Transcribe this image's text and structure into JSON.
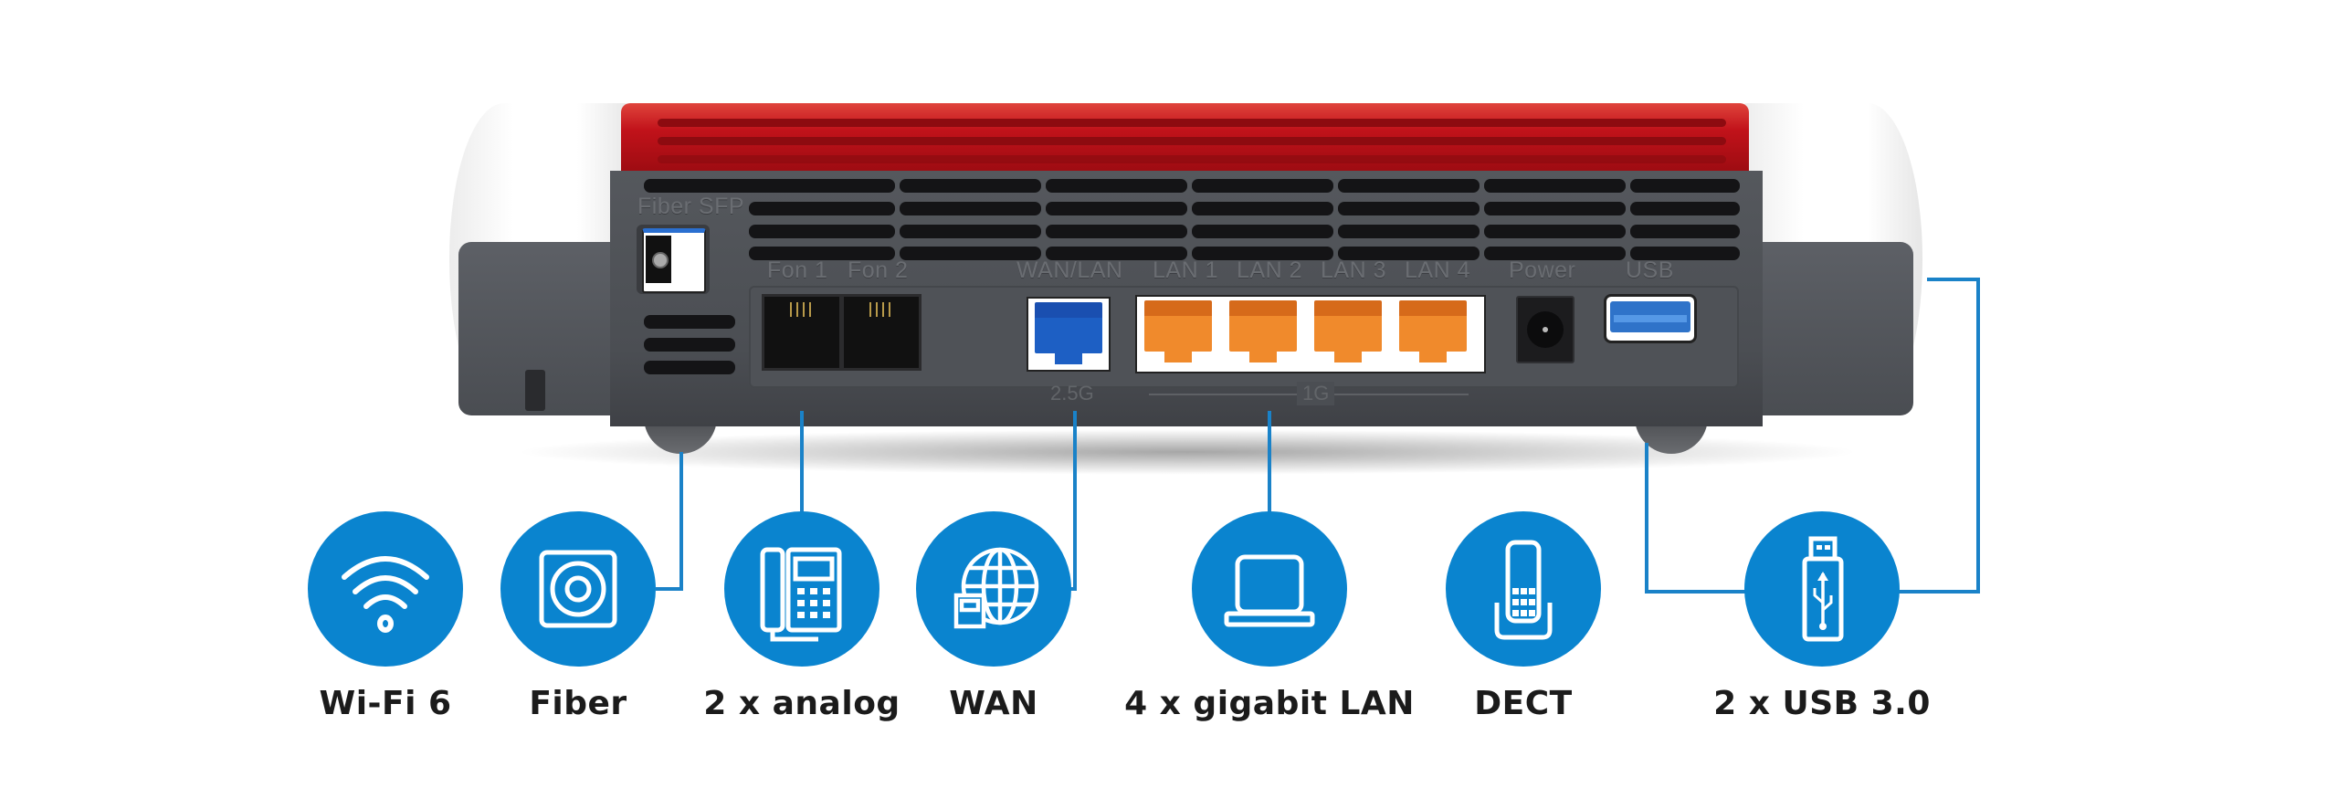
{
  "product": {
    "colors": {
      "accent_blue": "#0a84cf",
      "connector_line": "#1a82c8",
      "router_red": "#c1121a",
      "router_body": "#4f5257",
      "lan_port_orange": "#f08a2c",
      "wan_port_blue": "#1d5fc4",
      "usb_port_blue": "#2f73c9"
    },
    "port_labels": {
      "fiber_sfp": "Fiber SFP",
      "fon1": "Fon 1",
      "fon2": "Fon 2",
      "wan_lan": "WAN/LAN",
      "lan1": "LAN 1",
      "lan2": "LAN 2",
      "lan3": "LAN 3",
      "lan4": "LAN 4",
      "power": "Power",
      "usb": "USB",
      "speed_wan": "2.5G",
      "speed_lan": "1G"
    }
  },
  "features": [
    {
      "id": "wifi",
      "icon": "wifi-icon",
      "label": "Wi-Fi 6"
    },
    {
      "id": "fiber",
      "icon": "fiber-port-icon",
      "label": "Fiber"
    },
    {
      "id": "analog",
      "icon": "desk-phone-icon",
      "label": "2 x analog"
    },
    {
      "id": "wan",
      "icon": "globe-network-icon",
      "label": "WAN"
    },
    {
      "id": "lan",
      "icon": "laptop-icon",
      "label": "4 x gigabit LAN"
    },
    {
      "id": "dect",
      "icon": "cordless-phone-icon",
      "label": "DECT"
    },
    {
      "id": "usb",
      "icon": "usb-stick-icon",
      "label": "2 x USB 3.0"
    }
  ]
}
